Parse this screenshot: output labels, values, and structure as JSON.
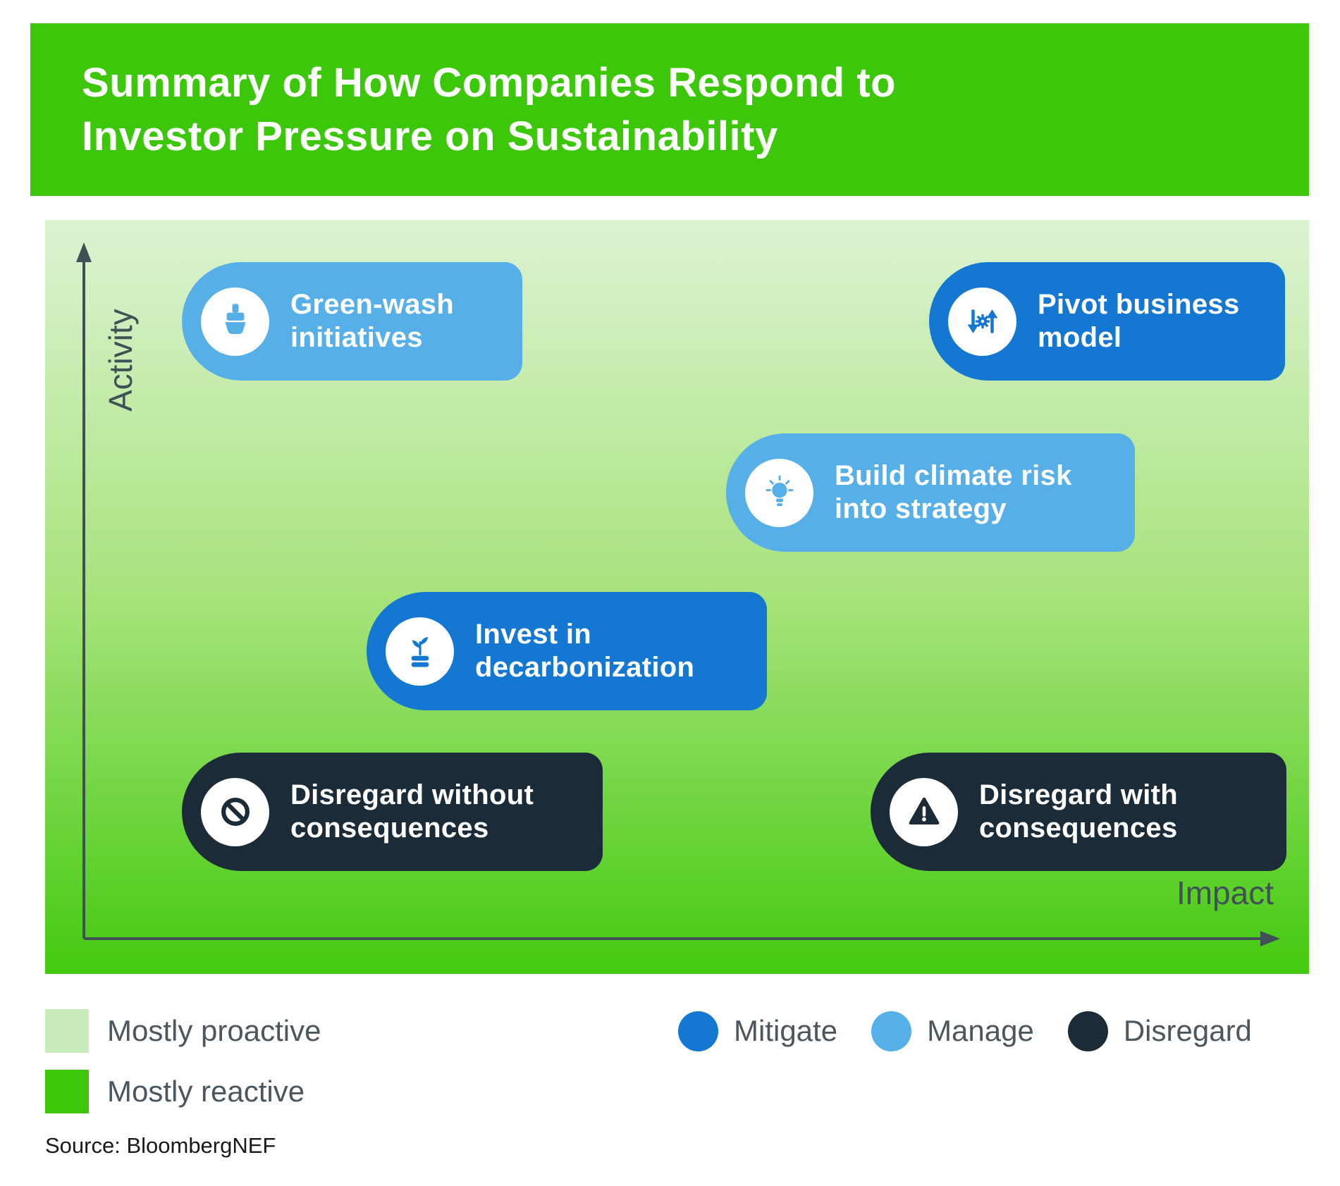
{
  "header": {
    "title_lines": [
      "Summary of How Companies Respond to",
      "Investor Pressure on Sustainability"
    ]
  },
  "chart": {
    "y_axis_label": "Activity",
    "x_axis_label": "Impact",
    "badges": [
      {
        "id": "green-wash",
        "category": "Manage",
        "icon": "paintbrush-icon",
        "lines": [
          "Green-wash",
          "initiatives"
        ]
      },
      {
        "id": "pivot-business-model",
        "category": "Mitigate",
        "icon": "pivot-gear-arrows-icon",
        "lines": [
          "Pivot business",
          "model"
        ]
      },
      {
        "id": "build-climate-risk",
        "category": "Manage",
        "icon": "lightbulb-icon",
        "lines": [
          "Build climate risk",
          "into strategy"
        ]
      },
      {
        "id": "invest-in-decarbonization",
        "category": "Mitigate",
        "icon": "plant-coins-icon",
        "lines": [
          "Invest in",
          "decarbonization"
        ]
      },
      {
        "id": "disregard-without-consequences",
        "category": "Disregard",
        "icon": "prohibition-icon",
        "lines": [
          "Disregard without",
          "consequences"
        ]
      },
      {
        "id": "disregard-with-consequences",
        "category": "Disregard",
        "icon": "warning-icon",
        "lines": [
          "Disregard with",
          "consequences"
        ]
      }
    ]
  },
  "legend": {
    "area_items": [
      {
        "label": "Mostly proactive",
        "color": "#c9ecbc"
      },
      {
        "label": "Mostly reactive",
        "color": "#3cc70a"
      }
    ],
    "category_items": [
      {
        "label": "Mitigate",
        "color": "#1478d2"
      },
      {
        "label": "Manage",
        "color": "#57afe8"
      },
      {
        "label": "Disregard",
        "color": "#1c2b38"
      }
    ]
  },
  "source": "Source: BloombergNEF",
  "colors": {
    "header_green": "#3cc70a",
    "gradient_top": "#dcf3d3",
    "gradient_bottom": "#44ca10",
    "mitigate_blue": "#1478d2",
    "manage_blue": "#57afe8",
    "disregard_navy": "#1c2b38",
    "axis_gray": "#3f5156"
  }
}
